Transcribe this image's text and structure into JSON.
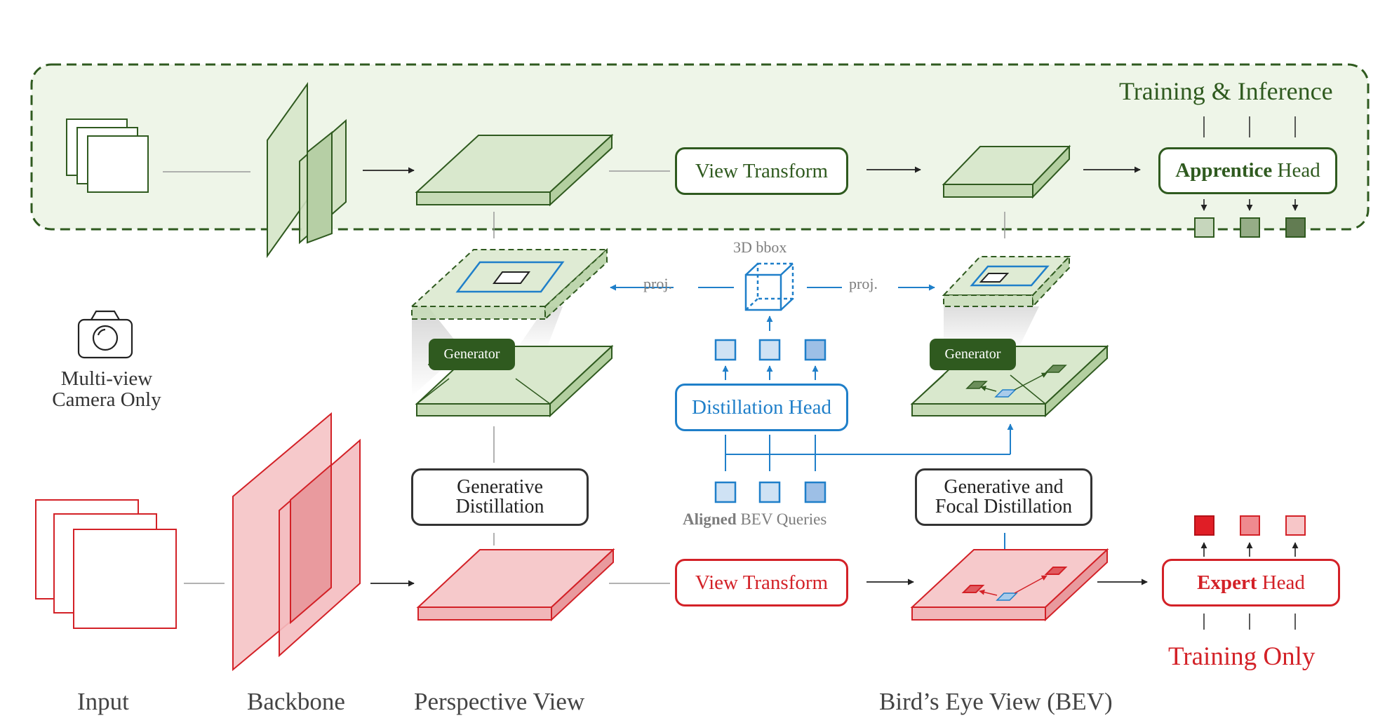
{
  "colors": {
    "green_dark": "#2f5a1f",
    "green_fill": "#d9e8cd",
    "green_panel": "#eef5e8",
    "red": "#d32127",
    "red_fill": "#f6c9cb",
    "blue": "#1f7fc9",
    "blue_fill": "#cfe2f4",
    "gray_text": "#7d7d7d"
  },
  "labels": {
    "training_inference": "Training & Inference",
    "training_only": "Training Only",
    "multiview_line1": "Multi-view",
    "multiview_line2": "Camera Only",
    "bbox_3d": "3D bbox",
    "proj_left": "proj.",
    "proj_right": "proj.",
    "aligned_bold": "Aligned",
    "aligned_rest": " BEV Queries"
  },
  "green_row": {
    "view_transform": "View Transform",
    "head_bold": "Apprentice",
    "head_rest": " Head"
  },
  "red_row": {
    "view_transform": "View Transform",
    "head_bold": "Expert",
    "head_rest": " Head"
  },
  "middle": {
    "generator_left": "Generator",
    "generator_right": "Generator",
    "distillation_head": "Distillation Head",
    "generative_distillation_line1": "Generative",
    "generative_distillation_line2": "Distillation",
    "focal_distillation_line1": "Generative and",
    "focal_distillation_line2": "Focal Distillation"
  },
  "stages": {
    "input": "Input",
    "backbone": "Backbone",
    "perspective": "Perspective View",
    "bev": "Bird’s Eye View (BEV)"
  },
  "icons": [
    "camera-icon",
    "3d-bbox-cube-icon"
  ]
}
